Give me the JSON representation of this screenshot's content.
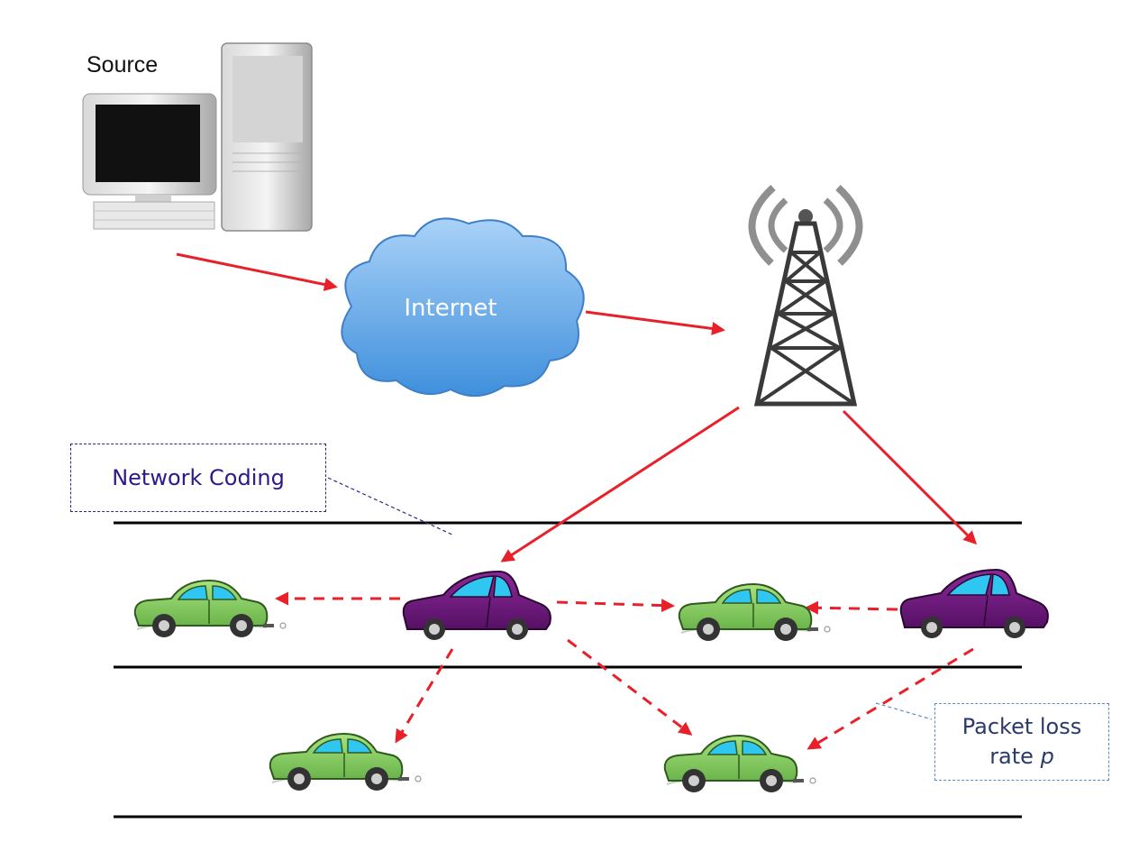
{
  "labels": {
    "source": "Source",
    "internet": "Internet",
    "network_coding": "Network Coding",
    "packet_loss_line1": "Packet loss",
    "packet_loss_line2_prefix": "rate ",
    "packet_loss_variable": "p"
  },
  "colors": {
    "link_arrow": "#e8202a",
    "road_line": "#000000",
    "cloud_fill": "#7fb7ef",
    "green_car": "#8fd66a",
    "purple_car": "#6a1a78",
    "car_window": "#2fc6f2"
  },
  "icons": {
    "source": "desktop-computer-icon",
    "cloud": "internet-cloud-icon",
    "tower": "cell-tower-icon",
    "green_car": "green-car-icon",
    "purple_car": "purple-car-icon"
  }
}
